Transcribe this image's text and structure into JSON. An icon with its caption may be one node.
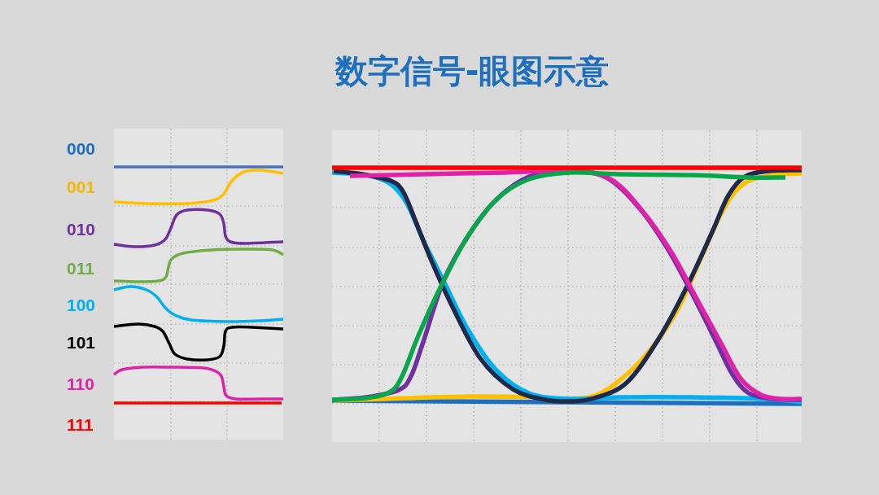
{
  "diagram": {
    "title": "数字信号-眼图示意",
    "labels": [
      "000",
      "001",
      "010",
      "011",
      "100",
      "101",
      "110",
      "111"
    ]
  }
}
